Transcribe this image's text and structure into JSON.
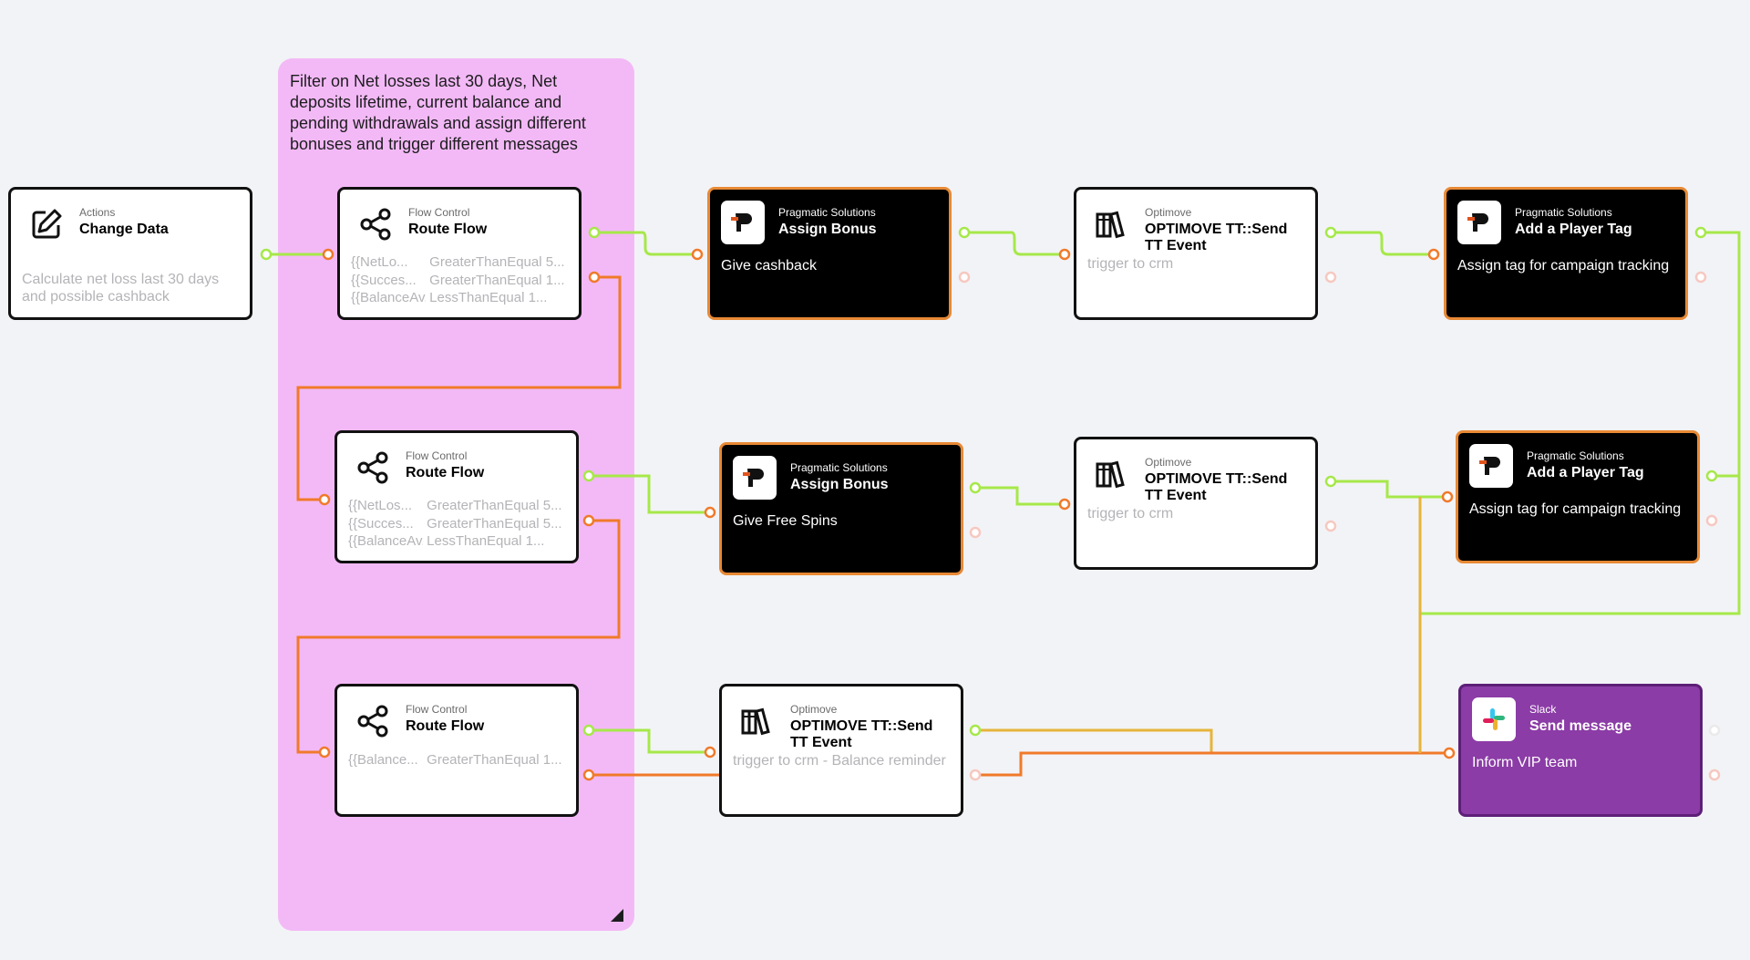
{
  "colors": {
    "canvas": "#f2f3f6",
    "group": "#f3b9f6",
    "success_wire": "#a6e849",
    "fail_wire": "#f07a2a",
    "dark_border": "#e88935",
    "slack": "#8b3ca6"
  },
  "group": {
    "note": "Filter on Net losses last 30 days, Net deposits lifetime, current balance and pending withdrawals and assign different bonuses and trigger different messages"
  },
  "nodes": {
    "change_data": {
      "category": "Actions",
      "title": "Change Data",
      "description": "Calculate net loss last 30 days and possible cashback",
      "icon": "edit-icon"
    },
    "route1": {
      "category": "Flow Control",
      "title": "Route Flow",
      "icon": "share-icon",
      "conditions": [
        {
          "field": "{{NetLo...",
          "op": "GreaterThanEqual 5..."
        },
        {
          "field": "{{Succes...",
          "op": "GreaterThanEqual 1..."
        },
        {
          "field": "{{BalanceAv...",
          "op": "LessThanEqual 1..."
        }
      ]
    },
    "route2": {
      "category": "Flow Control",
      "title": "Route Flow",
      "icon": "share-icon",
      "conditions": [
        {
          "field": "{{NetLos...",
          "op": "GreaterThanEqual 5..."
        },
        {
          "field": "{{Succes...",
          "op": "GreaterThanEqual 5..."
        },
        {
          "field": "{{BalanceAv...",
          "op": "LessThanEqual 1..."
        }
      ]
    },
    "route3": {
      "category": "Flow Control",
      "title": "Route Flow",
      "icon": "share-icon",
      "conditions": [
        {
          "field": "{{Balance...",
          "op": "GreaterThanEqual 1..."
        }
      ]
    },
    "bonus1": {
      "category": "Pragmatic Solutions",
      "title": "Assign Bonus",
      "description": "Give cashback",
      "icon": "pragmatic-logo-icon"
    },
    "bonus2": {
      "category": "Pragmatic Solutions",
      "title": "Assign Bonus",
      "description": "Give Free Spins",
      "icon": "pragmatic-logo-icon"
    },
    "optimove1": {
      "category": "Optimove",
      "title": "OPTIMOVE TT::Send TT Event",
      "description": "trigger to crm",
      "icon": "books-icon"
    },
    "optimove2": {
      "category": "Optimove",
      "title": "OPTIMOVE TT::Send TT Event",
      "description": "trigger to crm",
      "icon": "books-icon"
    },
    "optimove3": {
      "category": "Optimove",
      "title": "OPTIMOVE TT::Send TT Event",
      "description": "trigger to crm - Balance reminder",
      "icon": "books-icon"
    },
    "tag1": {
      "category": "Pragmatic Solutions",
      "title": "Add a Player Tag",
      "description": "Assign tag for campaign tracking",
      "icon": "pragmatic-logo-icon"
    },
    "tag2": {
      "category": "Pragmatic Solutions",
      "title": "Add a Player Tag",
      "description": "Assign tag for campaign tracking",
      "icon": "pragmatic-logo-icon"
    },
    "slack": {
      "category": "Slack",
      "title": "Send message",
      "description": "Inform VIP team",
      "icon": "slack-logo-icon"
    }
  }
}
